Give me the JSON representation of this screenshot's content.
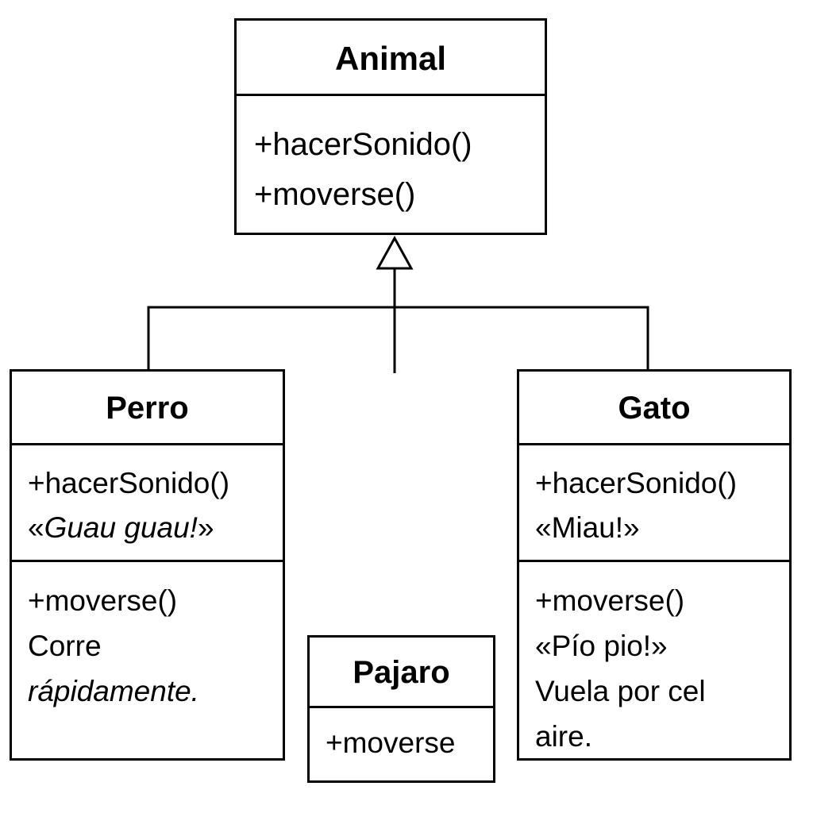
{
  "classes": {
    "animal": {
      "name": "Animal",
      "methods": [
        "+hacerSonido()",
        "+moverse()"
      ]
    },
    "perro": {
      "name": "Perro",
      "sound": {
        "method": "+hacerSonido()",
        "open_quote": "«",
        "text": "Guau guau!",
        "close_quote": "»"
      },
      "move": {
        "method": "+moverse()",
        "line1": "Corre",
        "line2": "rápidamente."
      }
    },
    "gato": {
      "name": "Gato",
      "sound": {
        "method": "+hacerSonido()",
        "note": "«Miau!»"
      },
      "move": {
        "method": "+moverse()",
        "note": "«Pío pio!»",
        "line1": "Vuela por cel",
        "line2": "aire."
      }
    },
    "pajaro": {
      "name": "Pajaro",
      "methods": [
        "+moverse"
      ]
    }
  },
  "relationships": [
    {
      "type": "generalization",
      "from": "Perro",
      "to": "Animal"
    },
    {
      "type": "generalization",
      "from": "Gato",
      "to": "Animal"
    }
  ]
}
